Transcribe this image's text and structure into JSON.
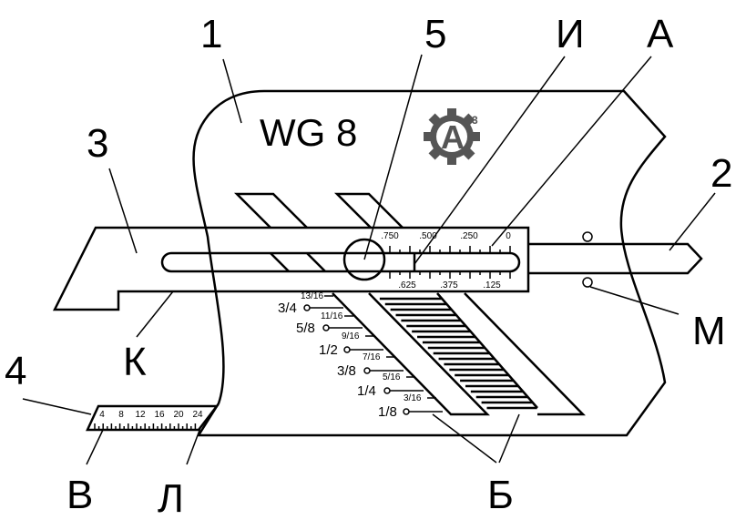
{
  "model": "WG 8",
  "logo": {
    "letter": "A",
    "superscript": "3"
  },
  "callouts": {
    "c1": "1",
    "c2": "2",
    "c3": "3",
    "c4": "4",
    "c5": "5",
    "cI": "И",
    "cA": "А",
    "cK": "К",
    "cM": "М",
    "cV": "В",
    "cL": "Л",
    "cB": "Б"
  },
  "scale_top": [
    ".750",
    ".500",
    ".250",
    "0"
  ],
  "scale_bottom": [
    ".625",
    ".375",
    ".125"
  ],
  "fractions_major": [
    "3/4",
    "5/8",
    "1/2",
    "3/8",
    "1/4",
    "1/8"
  ],
  "fractions_minor": [
    "13/16",
    "11/16",
    "9/16",
    "7/16",
    "5/16",
    "3/16"
  ],
  "ruler_labels": [
    "4",
    "8",
    "12",
    "16",
    "20",
    "24"
  ]
}
